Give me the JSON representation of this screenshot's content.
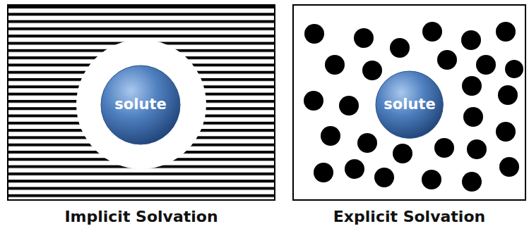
{
  "diagram": {
    "nodes": [
      {
        "text": [
          "Implicit Solvation"
        ]
      },
      {
        "text": [
          "solute"
        ],
        "in": 0
      },
      {
        "text": [
          "Explicit Solvation"
        ]
      },
      {
        "text": [
          "solute"
        ],
        "in": 2
      }
    ]
  }
}
